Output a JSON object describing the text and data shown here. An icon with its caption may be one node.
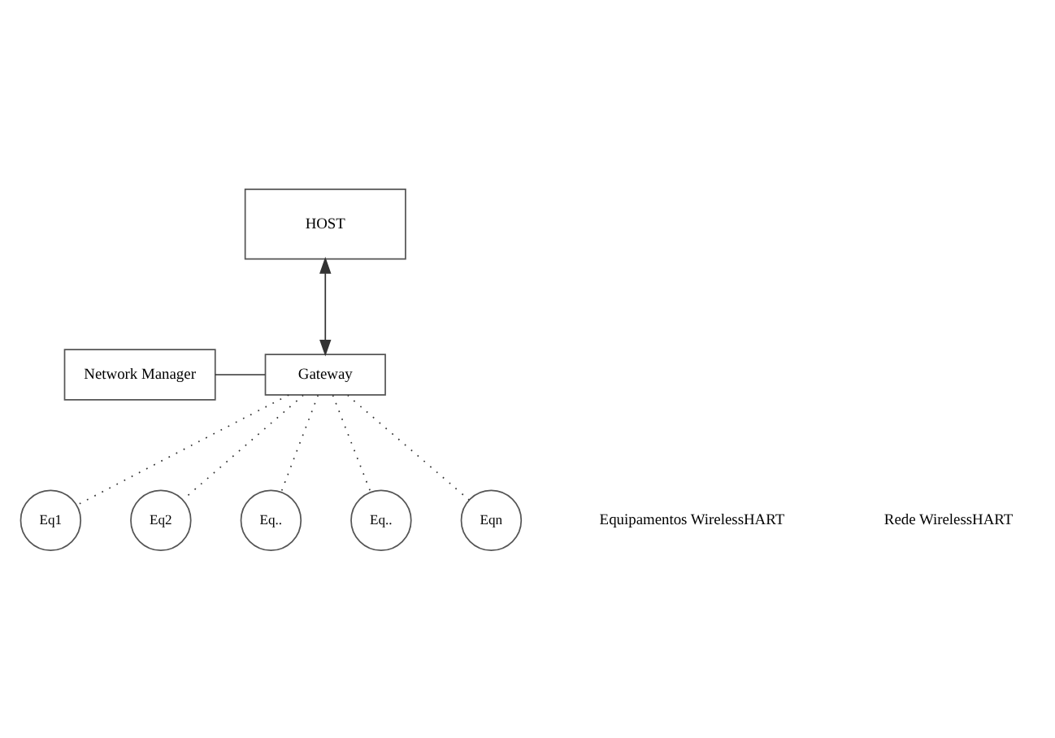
{
  "diagram": {
    "nodes": [
      {
        "text": [
          "HOST"
        ]
      },
      {
        "text": [
          "Network Manager"
        ]
      },
      {
        "text": [
          "Gateway"
        ]
      },
      {
        "text": [
          "Eq1"
        ]
      },
      {
        "text": [
          "Eq2"
        ]
      },
      {
        "text": [
          "Eq.."
        ]
      },
      {
        "text": [
          "Eq.."
        ]
      },
      {
        "text": [
          "Eqn"
        ]
      }
    ],
    "edges": [
      {
        "from": 0,
        "to": 2,
        "arrow": "both"
      },
      {
        "from": 1,
        "to": 2,
        "arrow": "none"
      },
      {
        "from": 2,
        "to": 3,
        "arrow": "none",
        "style": "dashed"
      },
      {
        "from": 2,
        "to": 4,
        "arrow": "none",
        "style": "dashed"
      },
      {
        "from": 2,
        "to": 5,
        "arrow": "none",
        "style": "dashed"
      },
      {
        "from": 2,
        "to": 6,
        "arrow": "none",
        "style": "dashed"
      },
      {
        "from": 2,
        "to": 7,
        "arrow": "none",
        "style": "dashed"
      }
    ],
    "labels": [
      "Rede WirelessHART",
      "Equipamentos WirelessHART"
    ]
  }
}
